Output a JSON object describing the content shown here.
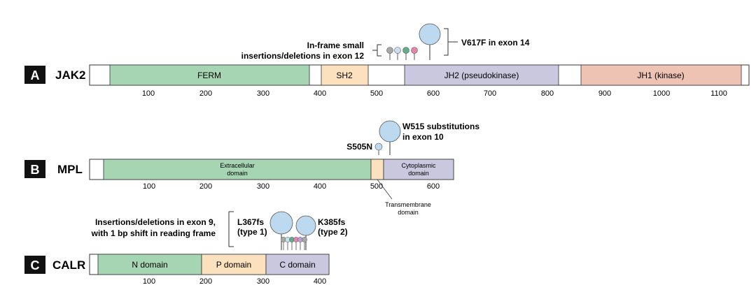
{
  "panels": {
    "jak2": {
      "letter": "A",
      "gene": "JAK2",
      "domains": {
        "ferm": "FERM",
        "sh2": "SH2",
        "jh2": "JH2 (pseudokinase)",
        "jh1": "JH1 (kinase)"
      },
      "ticks": [
        "100",
        "200",
        "300",
        "400",
        "500",
        "600",
        "700",
        "800",
        "900",
        "1000",
        "1100"
      ],
      "annotations": {
        "exon12_line1": "In-frame small",
        "exon12_line2": "insertions/deletions in exon 12",
        "v617f": "V617F in exon 14"
      }
    },
    "mpl": {
      "letter": "B",
      "gene": "MPL",
      "domains": {
        "extracellular_line1": "Extracellular",
        "extracellular_line2": "domain",
        "cytoplasmic_line1": "Cytoplasmic",
        "cytoplasmic_line2": "domain"
      },
      "ticks": [
        "100",
        "200",
        "300",
        "400",
        "500",
        "600"
      ],
      "annotations": {
        "s505n": "S505N",
        "w515_line1": "W515 substitutions",
        "w515_line2": "in exon 10",
        "tm_line1": "Transmembrane",
        "tm_line2": "domain"
      }
    },
    "calr": {
      "letter": "C",
      "gene": "CALR",
      "domains": {
        "n": "N domain",
        "p": "P domain",
        "c": "C domain"
      },
      "ticks": [
        "100",
        "200",
        "300",
        "400"
      ],
      "annotations": {
        "indel_line1": "Insertions/deletions in exon 9,",
        "indel_line2": "with 1 bp shift in reading frame",
        "l367_line1": "L367fs",
        "l367_line2": "(type 1)",
        "k385_line1": "K385fs",
        "k385_line2": "(type 2)"
      }
    }
  },
  "colors": {
    "green": "#a6d5b4",
    "peach": "#fbe1bd",
    "lavender": "#c9c8df",
    "salmon": "#efc3b4",
    "lollipop": "#bcd9ef",
    "lollipop_small_gray": "#a8a8a8",
    "lollipop_small_blue": "#c9def0",
    "lollipop_small_green": "#5fae8a",
    "lollipop_small_pink": "#e384a8",
    "lollipop_small_purple": "#b9a0d6"
  }
}
